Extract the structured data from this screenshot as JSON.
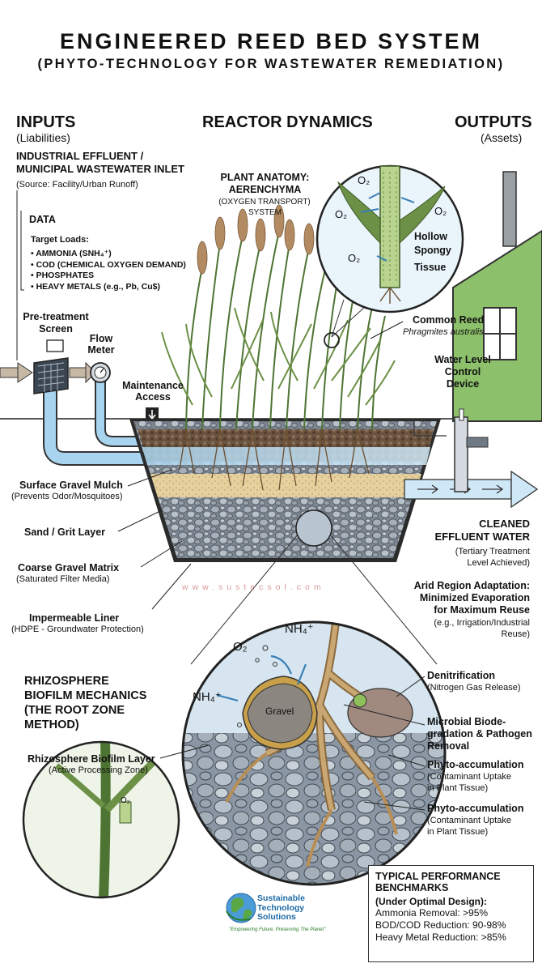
{
  "title": "ENGINEERED REED BED SYSTEM",
  "subtitle": "(PHYTO-TECHNOLOGY FOR WASTEWATER REMEDIATION)",
  "headers": {
    "inputs": "INPUTS",
    "inputs_sub": "(Liabilities)",
    "reactor": "REACTOR DYNAMICS",
    "outputs": "OUTPUTS",
    "outputs_sub": "(Assets)"
  },
  "inlet": {
    "line1": "INDUSTRIAL EFFLUENT /",
    "line2": "MUNICIPAL WASTEWATER INLET",
    "source": "(Source: Facility/Urban Runoff)"
  },
  "data_box": {
    "heading": "DATA",
    "target": "Target Loads:",
    "loads": [
      "AMMONIA (SNH₄⁺)",
      "COD (CHEMICAL OXYGEN DEMAND)",
      "PHOSPHATES",
      "HEAVY METALS (e.g., Pb, Cu$)"
    ]
  },
  "plant_anatomy": {
    "line1": "PLANT ANATOMY:",
    "line2": "AERENCHYMA",
    "line3": "(OXYGEN TRANSPORT)",
    "line4": "SYSTEM"
  },
  "inset_stem": {
    "o2": "O₂",
    "hollow": "Hollow",
    "spongy": "Spongy",
    "tissue": "Tissue"
  },
  "common_reed": {
    "name": "Common Reed",
    "latin": "Phragmites australis"
  },
  "equipment": {
    "pretreat1": "Pre-treatment",
    "pretreat2": "Screen",
    "flow1": "Flow",
    "flow2": "Meter",
    "maint1": "Maintenance",
    "maint2": "Access",
    "wl1": "Water Level",
    "wl2": "Control",
    "wl3": "Device"
  },
  "layers": {
    "mulch": "Surface Gravel Mulch",
    "mulch_sub": "(Prevents Odor/Mosquitoes)",
    "sand": "Sand / Grit Layer",
    "coarse": "Coarse Gravel Matrix",
    "coarse_sub": "(Saturated Filter Media)",
    "liner": "Impermeable Liner",
    "liner_sub": "(HDPE - Groundwater Protection)"
  },
  "outputs": {
    "cleaned1": "CLEANED",
    "cleaned2": "EFFLUENT WATER",
    "cleaned_sub1": "(Tertiary Treatment",
    "cleaned_sub2": "Level Achieved)",
    "arid1": "Arid Region Adaptation:",
    "arid2": "Minimized Evaporation",
    "arid3": "for Maximum Reuse",
    "arid_sub1": "(e.g., Irrigation/Industrial",
    "arid_sub2": "Reuse)"
  },
  "watermark": "www.sustecsol.com",
  "rhizosphere": {
    "title1": "RHIZOSPHERE",
    "title2": "BIOFILM MECHANICS",
    "title3": "(THE ROOT ZONE",
    "title4": "METHOD)",
    "biofilm": "Rhizosphere Biofilm Layer",
    "biofilm_sub": "(Active Processing Zone)",
    "o2": "O₂",
    "nh4": "NH₄⁺",
    "gravel": "Gravel"
  },
  "mechanisms": {
    "denit": "Denitrification",
    "denit_sub": "(Nitrogen Gas Release)",
    "micro1": "Microbial Biode-",
    "micro2": "gradation & Pathogen",
    "micro3": "Removal",
    "phyto": "Phyto-accumulation",
    "phyto_sub1": "(Contaminant Uptake",
    "phyto_sub2": "in Plant Tissue)"
  },
  "logo": {
    "line1": "Sustainable",
    "line2": "Technology",
    "line3": "Solutions",
    "slogan": "\"Empowering Future, Preserving The Planet\""
  },
  "benchmarks": {
    "title1": "TYPICAL PERFORMANCE",
    "title2": "BENCHMARKS",
    "subtitle": "(Under Optimal Design):",
    "items": [
      "Ammonia Removal: >95%",
      "BOD/COD Reduction: 90-98%",
      "Heavy Metal Reduction: >85%"
    ]
  },
  "colors": {
    "water": "#a9d4ef",
    "gravel": "#8f9aa6",
    "sand": "#e5cf9c",
    "reed": "#5a7f3a",
    "plume": "#b38b62",
    "building": "#8cc06a"
  }
}
